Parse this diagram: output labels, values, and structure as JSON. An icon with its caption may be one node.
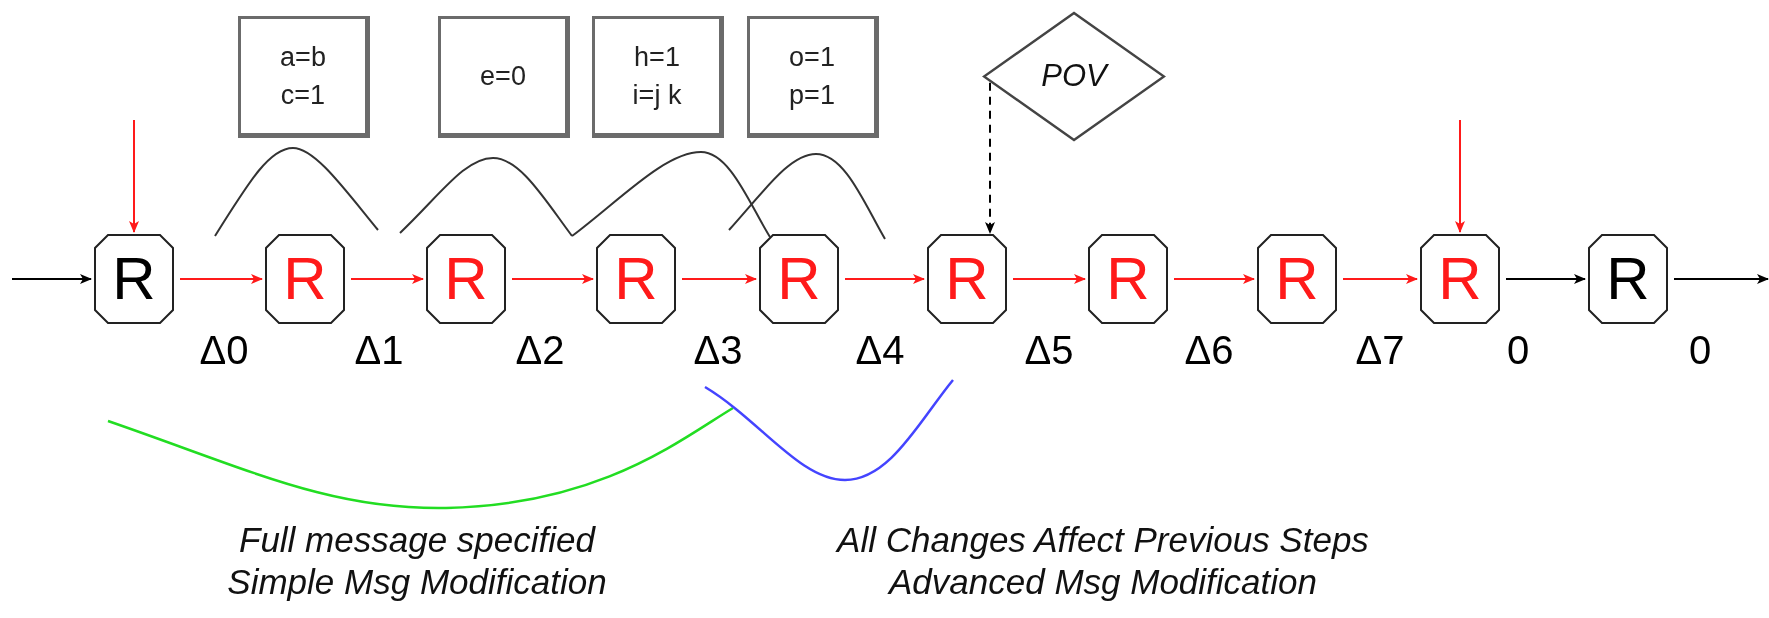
{
  "diagram": {
    "nodes": [
      {
        "text": [
          "a=b",
          "c=1"
        ]
      },
      {
        "text": [
          "e=0"
        ]
      },
      {
        "text": [
          "h=1",
          "i=j k"
        ]
      },
      {
        "text": [
          "o=1",
          "p=1"
        ]
      },
      {
        "text": [
          "POV"
        ]
      },
      {
        "text": [
          "R"
        ]
      },
      {
        "text": [
          "R"
        ]
      },
      {
        "text": [
          "R"
        ]
      },
      {
        "text": [
          "R"
        ]
      },
      {
        "text": [
          "R"
        ]
      },
      {
        "text": [
          "R"
        ]
      },
      {
        "text": [
          "R"
        ]
      },
      {
        "text": [
          "R"
        ]
      },
      {
        "text": [
          "R"
        ]
      },
      {
        "text": [
          "R"
        ]
      }
    ],
    "edges": [
      {
        "from": null,
        "to": 5,
        "arrow": "to",
        "color": "#000000"
      },
      {
        "from": null,
        "to": 5,
        "arrow": "to"
      },
      {
        "from": 5,
        "to": 6,
        "arrow": "to"
      },
      {
        "from": 6,
        "to": 7,
        "arrow": "to"
      },
      {
        "from": 7,
        "to": 8,
        "arrow": "to"
      },
      {
        "from": 8,
        "to": 9,
        "arrow": "to"
      },
      {
        "from": 9,
        "to": 10,
        "arrow": "to"
      },
      {
        "from": 10,
        "to": 11,
        "arrow": "to"
      },
      {
        "from": 11,
        "to": 12,
        "arrow": "to"
      },
      {
        "from": 12,
        "to": 13,
        "arrow": "to"
      },
      {
        "from": null,
        "to": 13,
        "arrow": "to"
      },
      {
        "from": 4,
        "to": 10,
        "arrow": "to",
        "style": "dashed",
        "color": "#000000"
      },
      {
        "from": 13,
        "to": 14,
        "arrow": "to",
        "color": "#000000"
      },
      {
        "from": 14,
        "to": null,
        "arrow": "to",
        "color": "#000000"
      }
    ],
    "labels": [
      "Δ0",
      "Δ1",
      "Δ2",
      "Δ3",
      "Δ4",
      "Δ5",
      "Δ6",
      "Δ7",
      "0",
      "0",
      "Full message specified",
      "Simple Msg Modification",
      "All Changes Affect Previous Steps",
      "Advanced Msg Modification"
    ]
  }
}
